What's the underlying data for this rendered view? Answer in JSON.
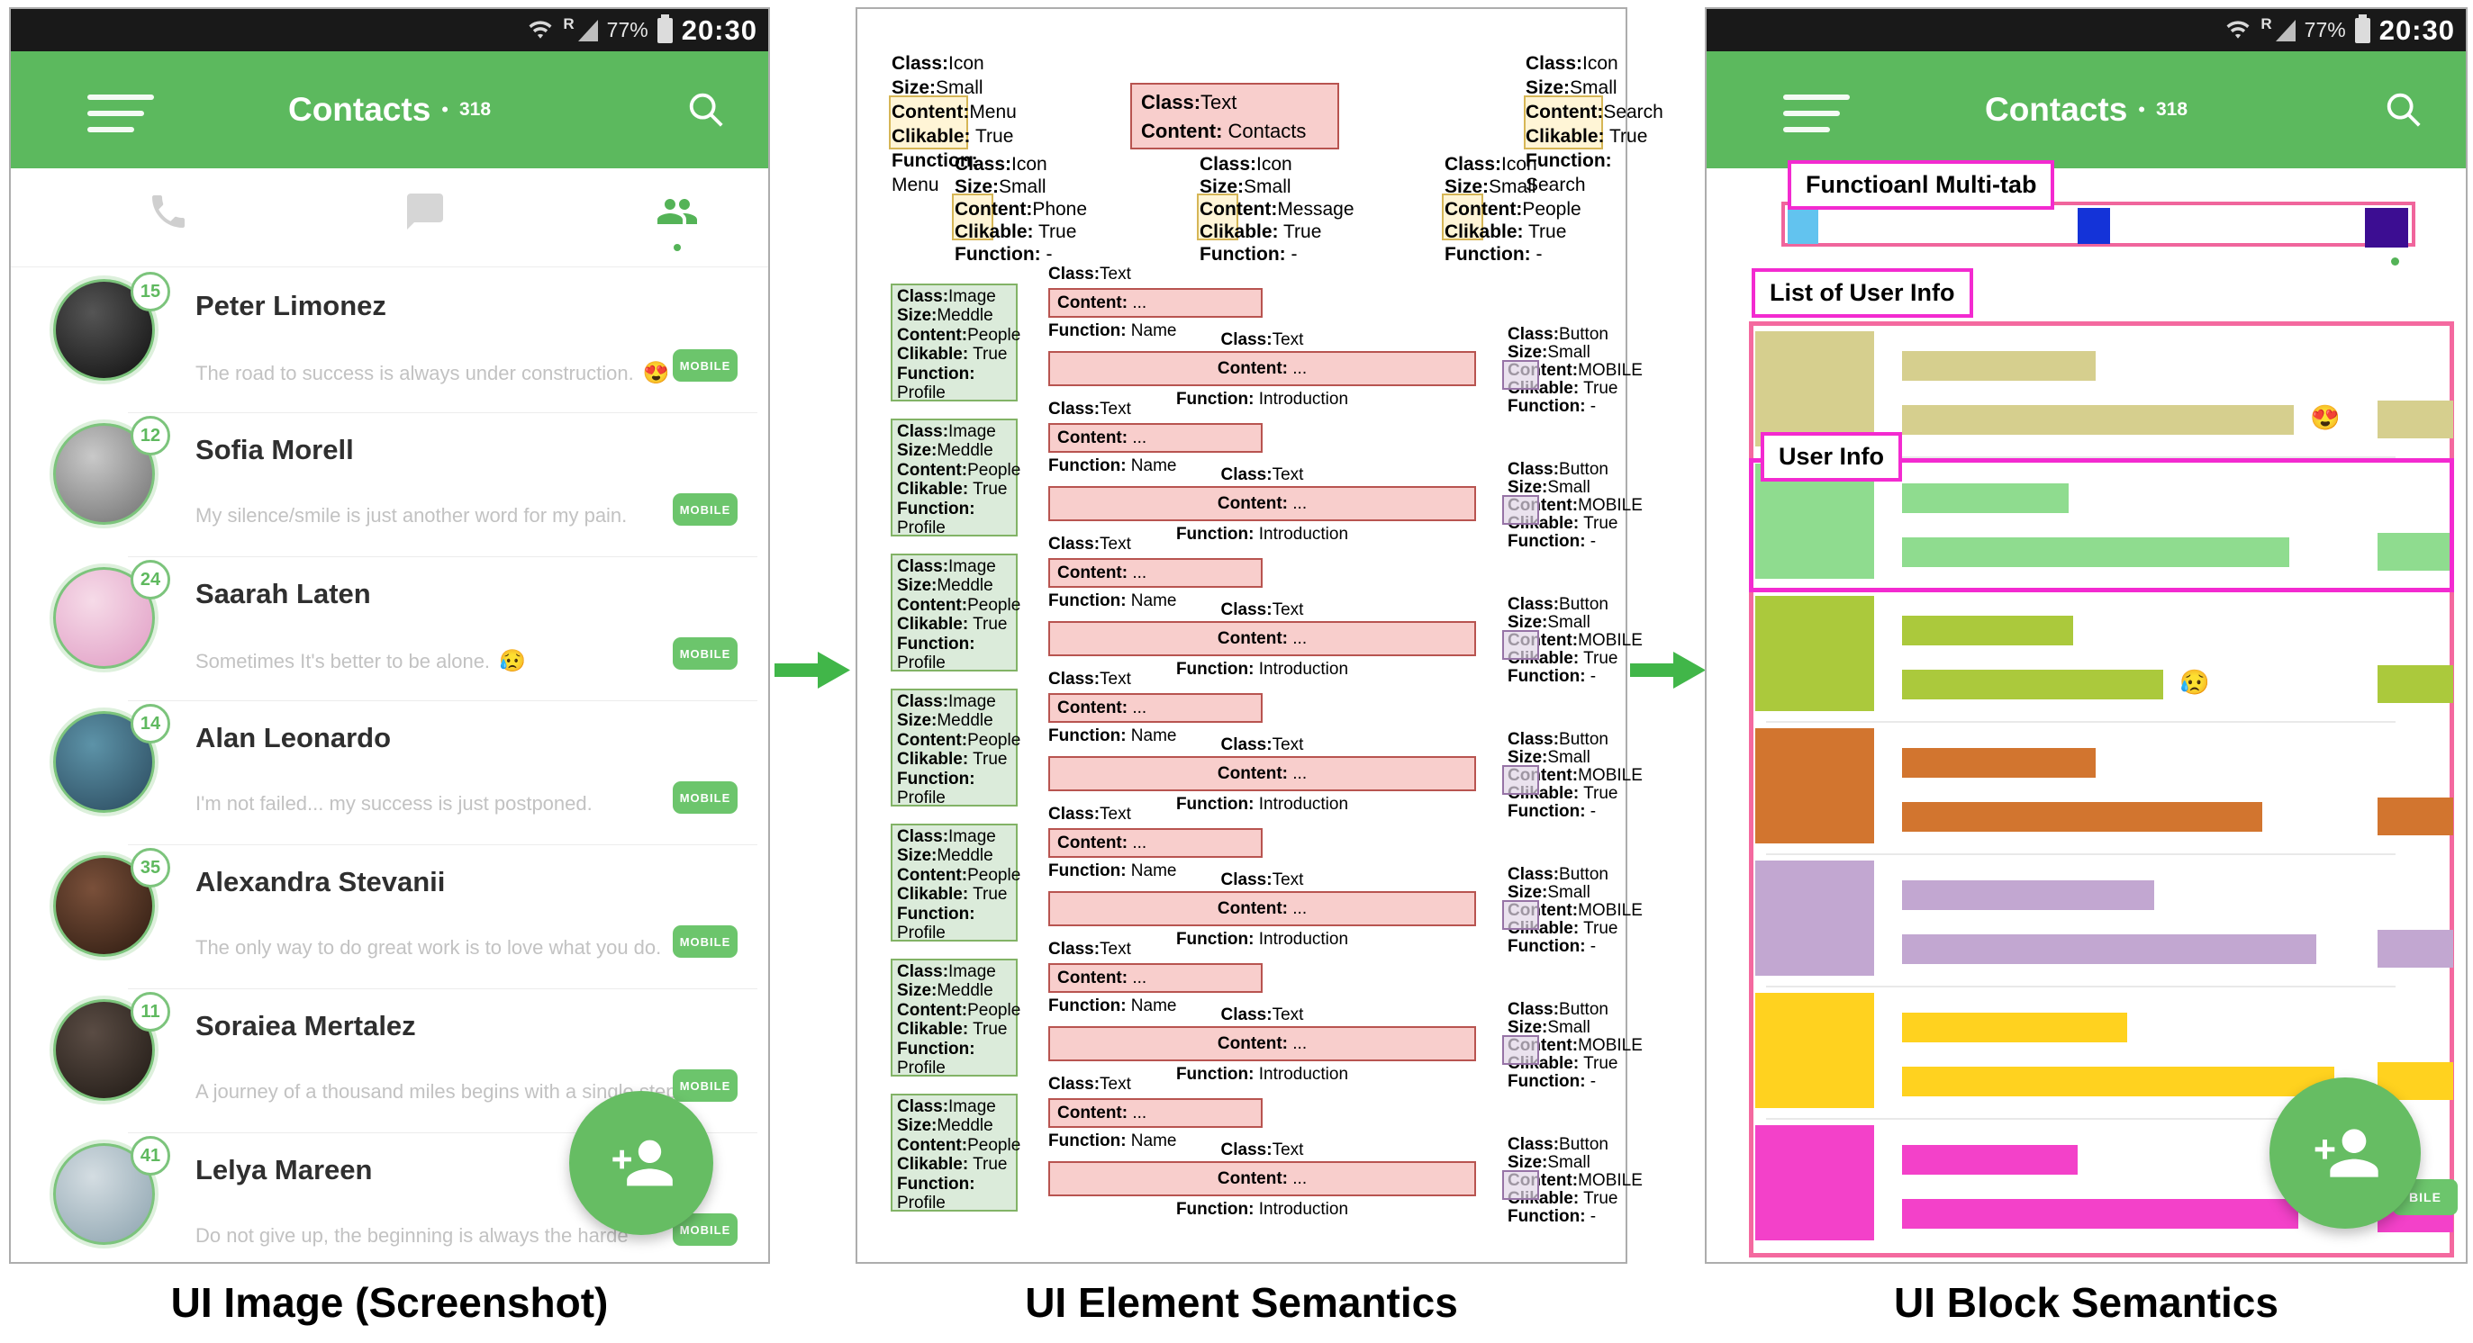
{
  "captions": {
    "left": "UI Image (Screenshot)",
    "middle": "UI Element Semantics",
    "right": "UI Block Semantics"
  },
  "status_bar": {
    "carrier": "R",
    "battery_pct": "77%",
    "time": "20:30"
  },
  "app_header": {
    "title": "Contacts",
    "separator": "•",
    "count": "318"
  },
  "tabs": [
    {
      "icon": "phone-icon",
      "active": false
    },
    {
      "icon": "chat-icon",
      "active": false
    },
    {
      "icon": "people-icon",
      "active": true
    }
  ],
  "contacts": [
    {
      "name": "Peter Limonez",
      "badge": "15",
      "status": "The road to success is always under construction.",
      "emoji": "😍",
      "chip": "MOBILE",
      "block_color": "#d6cf8e",
      "avatar": [
        "#555555",
        "#0e0e0e"
      ],
      "name_w": 215,
      "intro_w": 435
    },
    {
      "name": "Sofia Morell",
      "badge": "12",
      "status": "My silence/smile is just another word for my pain.",
      "emoji": "",
      "chip": "MOBILE",
      "block_color": "#8fdc8f",
      "avatar": [
        "#c9c9c9",
        "#6f6f6f"
      ],
      "name_w": 185,
      "intro_w": 430
    },
    {
      "name": "Saarah Laten",
      "badge": "24",
      "status": "Sometimes It's better to be alone.",
      "emoji": "😥",
      "chip": "MOBILE",
      "block_color": "#abc93c",
      "avatar": [
        "#f6dbe8",
        "#e09cc4"
      ],
      "name_w": 190,
      "intro_w": 290
    },
    {
      "name": "Alan Leonardo",
      "badge": "14",
      "status": "I'm not failed... my success is just postponed.",
      "emoji": "",
      "chip": "MOBILE",
      "block_color": "#d2752f",
      "avatar": [
        "#5d93a8",
        "#29485c"
      ],
      "name_w": 215,
      "intro_w": 400
    },
    {
      "name": "Alexandra Stevanii",
      "badge": "35",
      "status": "The only way to do great work is to love what you do.",
      "emoji": "",
      "chip": "MOBILE",
      "block_color": "#c2a7d1",
      "avatar": [
        "#7a503a",
        "#2c1a10"
      ],
      "name_w": 280,
      "intro_w": 460
    },
    {
      "name": "Soraiea Mertalez",
      "badge": "11",
      "status": "A journey of a thousand miles begins with a single step.",
      "emoji": "",
      "chip": "MOBILE",
      "block_color": "#ffd21f",
      "avatar": [
        "#5a4c44",
        "#1e1813"
      ],
      "name_w": 250,
      "intro_w": 480
    },
    {
      "name": "Lelya Mareen",
      "badge": "41",
      "status": "Do not give up, the beginning is always the harde",
      "emoji": "",
      "chip": "MOBILE",
      "block_color": "#f341c9",
      "avatar": [
        "#d4dde2",
        "#8ba2ae"
      ],
      "name_w": 195,
      "intro_w": 440
    }
  ],
  "fab": {
    "icon": "add-person-icon"
  },
  "element_semantics": {
    "menu_icon": {
      "lines": [
        {
          "b": "Class:",
          "v": "Icon"
        },
        {
          "b": "Size:",
          "v": "Small"
        },
        {
          "b": "Content:",
          "v": "Menu"
        },
        {
          "b": "Clikable:",
          "v": " True"
        },
        {
          "b": "Function:",
          "v": ""
        },
        {
          "b": "",
          "v": "Menu"
        }
      ]
    },
    "title_text": {
      "lines": [
        {
          "b": "Class:",
          "v": "Text"
        },
        {
          "b": "Content:",
          "v": " Contacts"
        }
      ]
    },
    "search_icon": {
      "lines": [
        {
          "b": "Class:",
          "v": "Icon"
        },
        {
          "b": "Size:",
          "v": "Small"
        },
        {
          "b": "Content:",
          "v": "Search"
        },
        {
          "b": "Clikable:",
          "v": " True"
        },
        {
          "b": "Function:",
          "v": ""
        },
        {
          "b": "",
          "v": "Search"
        }
      ]
    },
    "phone_icon": {
      "lines": [
        {
          "b": "Class:",
          "v": "Icon"
        },
        {
          "b": "Size:",
          "v": "Small"
        },
        {
          "b": "Content:",
          "v": "Phone"
        },
        {
          "b": "Clikable:",
          "v": " True"
        },
        {
          "b": "Function:",
          "v": " -"
        }
      ]
    },
    "message_icon": {
      "lines": [
        {
          "b": "Class:",
          "v": "Icon"
        },
        {
          "b": "Size:",
          "v": "Small"
        },
        {
          "b": "Content:",
          "v": "Message"
        },
        {
          "b": "Clikable:",
          "v": " True"
        },
        {
          "b": "Function:",
          "v": " -"
        }
      ]
    },
    "people_icon": {
      "lines": [
        {
          "b": "Class:",
          "v": "Icon"
        },
        {
          "b": "Size:",
          "v": "Small"
        },
        {
          "b": "Content:",
          "v": "People"
        },
        {
          "b": "Clikable:",
          "v": " True"
        },
        {
          "b": "Function:",
          "v": " -"
        }
      ]
    },
    "row": {
      "image_lines": [
        {
          "b": "Class:",
          "v": "Image"
        },
        {
          "b": "Size:",
          "v": "Meddle"
        },
        {
          "b": "Content:",
          "v": "People"
        },
        {
          "b": "Clikable:",
          "v": " True"
        },
        {
          "b": "Function:",
          "v": ""
        },
        {
          "b": "",
          "v": "Profile"
        }
      ],
      "name_class": {
        "b": "Class:",
        "v": "Text"
      },
      "name_content": {
        "b": "Content:",
        "v": " ..."
      },
      "name_function": {
        "b": "Function:",
        "v": " Name"
      },
      "intro_class": {
        "b": "Class:",
        "v": "Text"
      },
      "intro_content": {
        "b": "Content:",
        "v": " ..."
      },
      "intro_function": {
        "b": "Function:",
        "v": " Introduction"
      },
      "button_lines": [
        {
          "b": "Class:",
          "v": "Button"
        },
        {
          "b": "Size:",
          "v": "Small"
        },
        {
          "b": "Content:",
          "v": "MOBILE"
        },
        {
          "b": "Clikable:",
          "v": " True"
        },
        {
          "b": "Function:",
          "v": " -"
        }
      ]
    }
  },
  "block_semantics": {
    "multitab_label": "Functioanl Multi-tab",
    "list_label": "List of User Info",
    "user_label": "User Info",
    "tab_colors": [
      "#62c3ef",
      "#1433d8",
      "#3c0d92"
    ],
    "mobile_fragment": "BILE"
  },
  "colors": {
    "app_green": "#5cb95e",
    "chip_green": "#6cc56c",
    "fab_green": "#66bd63",
    "annotation_green": "#82b366",
    "annotation_red": "#b85450",
    "annotation_yellow": "#d6b656",
    "annotation_purple": "#9673a6",
    "container_pink": "#f4699f",
    "label_magenta": "#f32ad0",
    "arrow_green": "#41b649"
  }
}
